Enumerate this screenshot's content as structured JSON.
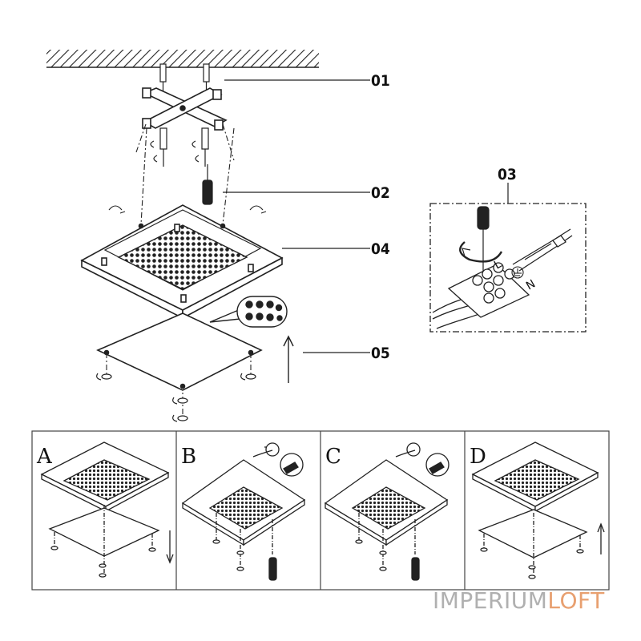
{
  "callouts": [
    "01",
    "02",
    "04",
    "05",
    "03"
  ],
  "panels": [
    "A",
    "B",
    "C",
    "D"
  ],
  "wiring_labels": [
    "L",
    "N"
  ],
  "brand": {
    "part1": "IMPERIUM",
    "part2": "LOFT",
    "color1": "#b0b0b0",
    "color2": "#e8a070"
  },
  "icons": [
    "ceiling-hatch",
    "mounting-bracket",
    "screwdriver-icon",
    "arrow-up-icon",
    "arrow-down-icon",
    "terminal-block",
    "ground-icon",
    "led-closeup"
  ]
}
